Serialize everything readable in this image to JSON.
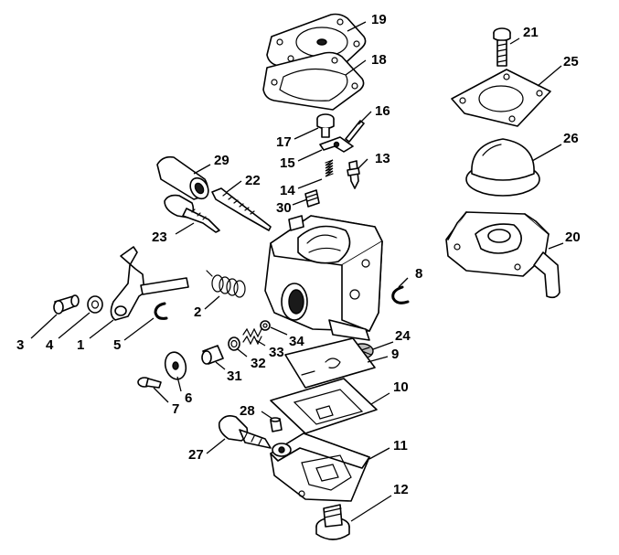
{
  "callouts": [
    "1",
    "2",
    "3",
    "4",
    "5",
    "6",
    "7",
    "8",
    "9",
    "10",
    "11",
    "12",
    "13",
    "14",
    "15",
    "16",
    "17",
    "18",
    "19",
    "20",
    "21",
    "22",
    "23",
    "24",
    "25",
    "26",
    "27",
    "28",
    "29",
    "30",
    "31",
    "32",
    "33",
    "34"
  ],
  "colors": {
    "line": "#000000",
    "background": "#ffffff",
    "shade": "#bdbdbd"
  }
}
